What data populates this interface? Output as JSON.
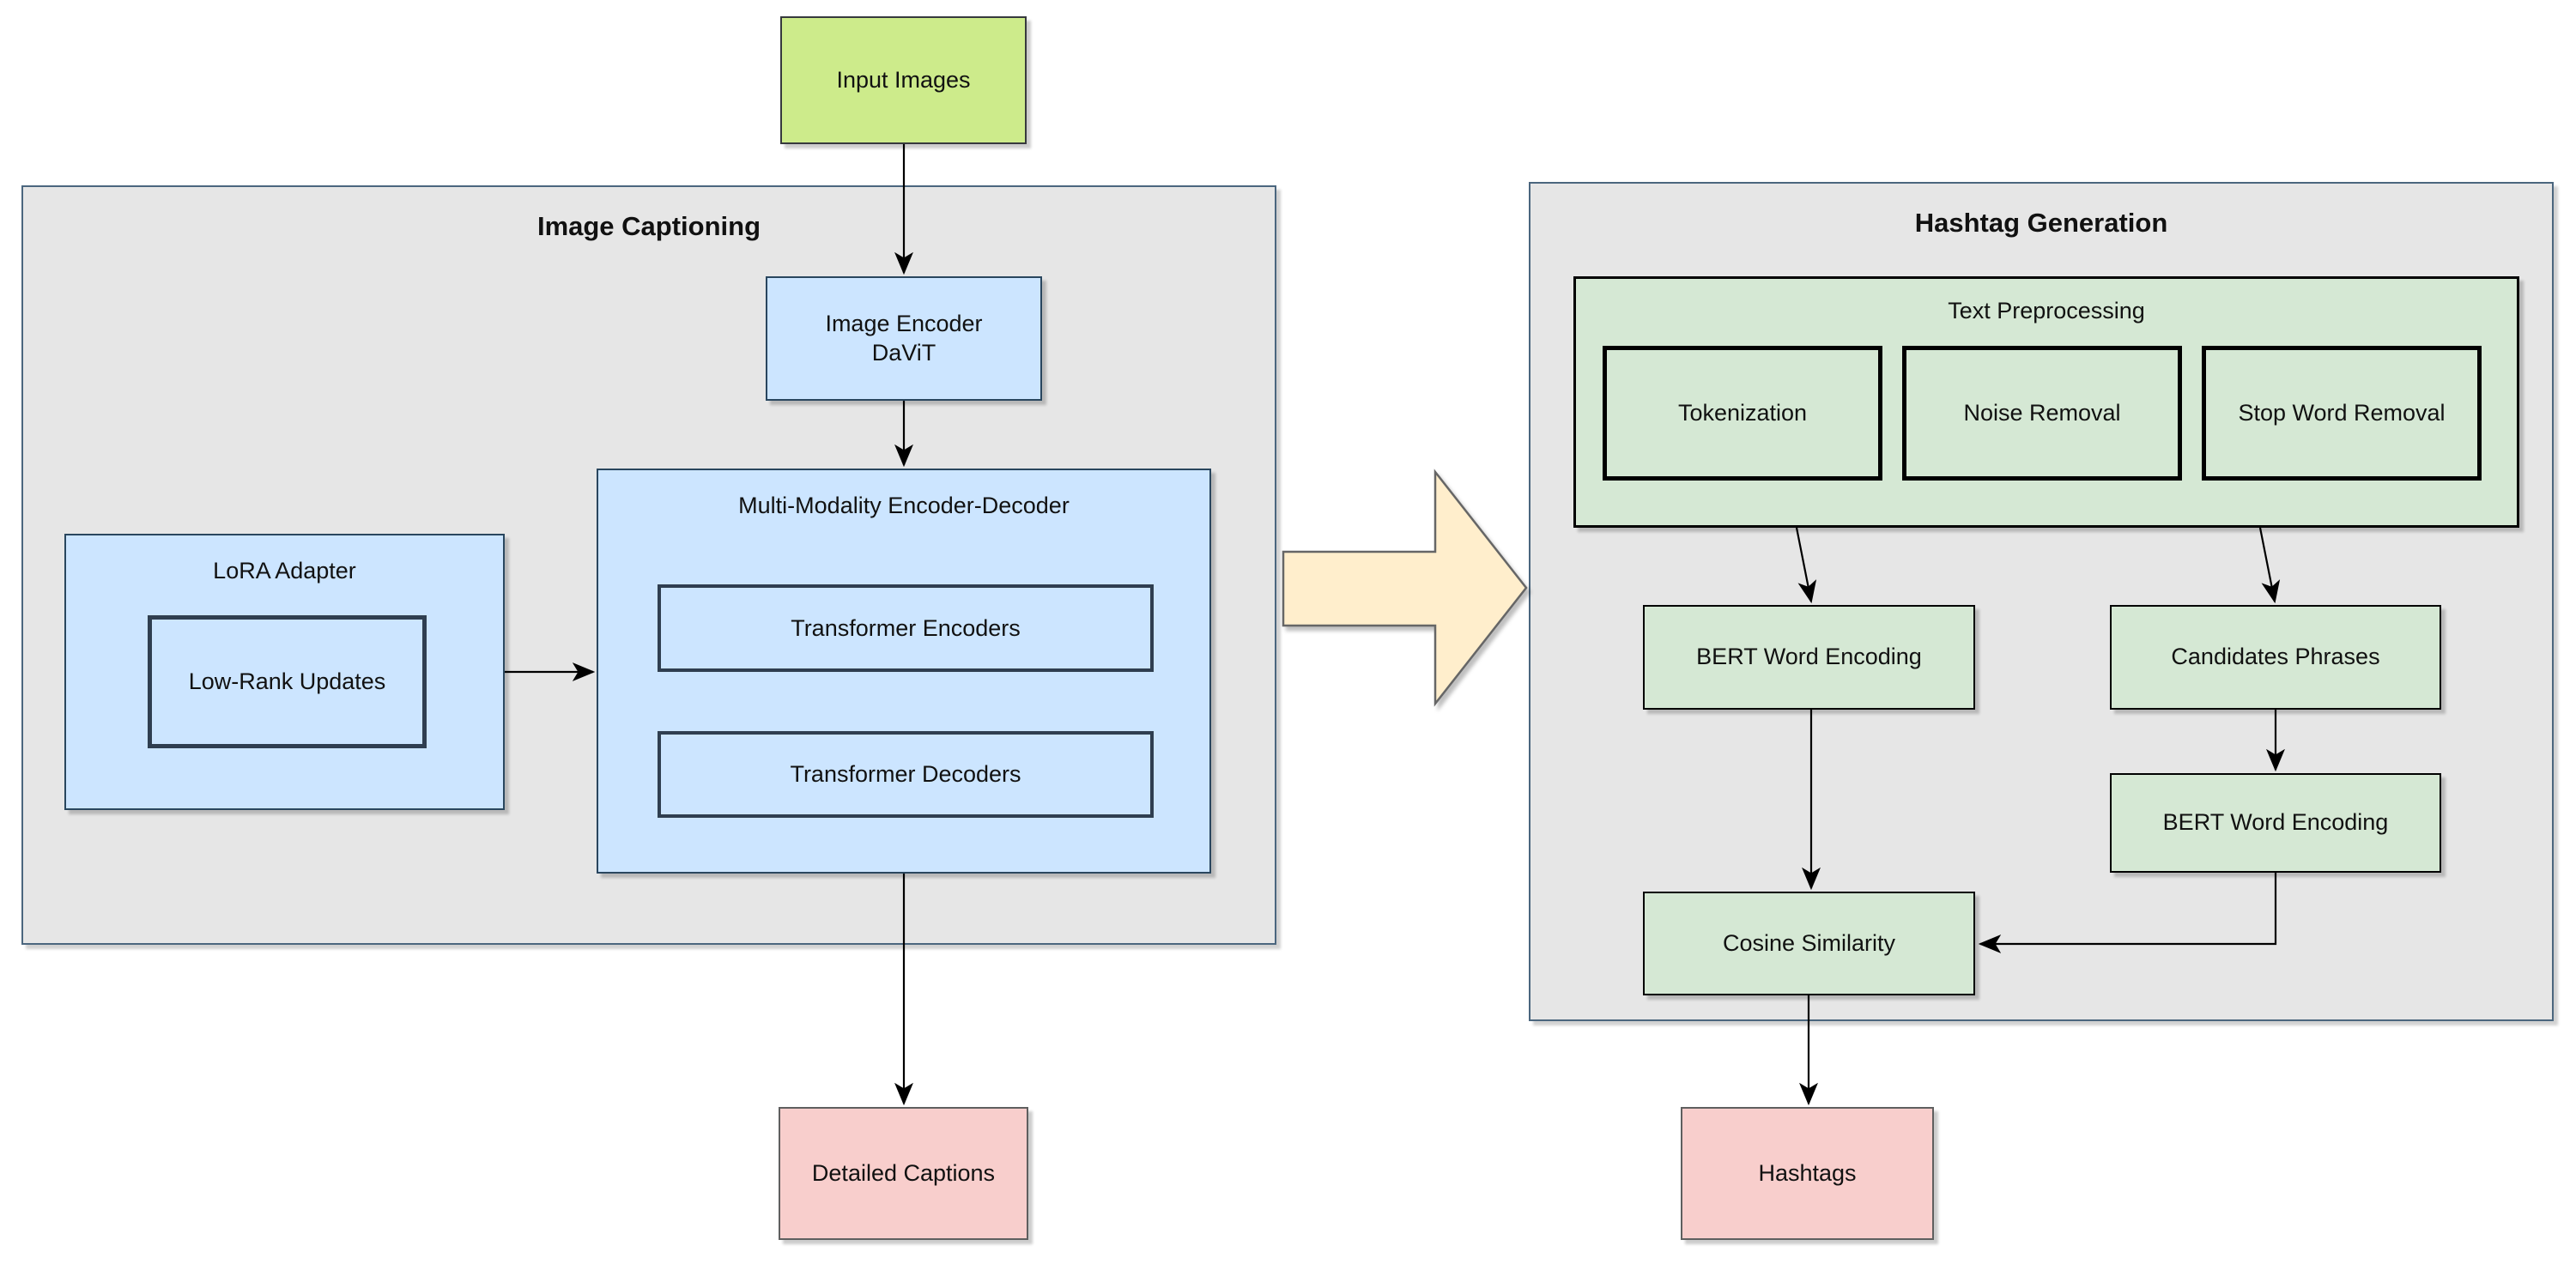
{
  "colors": {
    "canvas_bg": "#ffffff",
    "container_fill": "#e6e6e6",
    "container_border": "#4b667e",
    "blue_fill": "#cce5ff",
    "blue_border": "#29465e",
    "green_fill": "#cdeb8b",
    "green_border": "#36393d",
    "lightgreen_fill": "#d5e8d4",
    "lightgreen_border": "#000000",
    "pink_fill": "#f8cecc",
    "pink_border": "#5f5f5f",
    "yellow_fill": "#ffeecc",
    "yellow_border": "#666666",
    "edge_color": "#000000",
    "text_color": "#111111",
    "inner_border_dark": "#2f3e50"
  },
  "sections": {
    "image_captioning": {
      "title": "Image Captioning"
    },
    "hashtag_generation": {
      "title": "Hashtag Generation"
    }
  },
  "nodes": {
    "input_images": {
      "label": "Input Images"
    },
    "image_encoder": {
      "label": "Image Encoder\nDaViT"
    },
    "multi_modality": {
      "title": "Multi-Modality Encoder-Decoder"
    },
    "transformer_encoders": {
      "label": "Transformer Encoders"
    },
    "transformer_decoders": {
      "label": "Transformer Decoders"
    },
    "lora_adapter": {
      "title": "LoRA Adapter"
    },
    "low_rank_updates": {
      "label": "Low-Rank Updates"
    },
    "detailed_captions": {
      "label": "Detailed Captions"
    },
    "text_preprocessing": {
      "title": "Text Preprocessing"
    },
    "tokenization": {
      "label": "Tokenization"
    },
    "noise_removal": {
      "label": "Noise Removal"
    },
    "stop_word_removal": {
      "label": "Stop Word Removal"
    },
    "bert_word_encoding_left": {
      "label": "BERT Word Encoding"
    },
    "candidates_phrases": {
      "label": "Candidates Phrases"
    },
    "bert_word_encoding_right": {
      "label": "BERT Word Encoding"
    },
    "cosine_similarity": {
      "label": "Cosine Similarity"
    },
    "hashtags": {
      "label": "Hashtags"
    }
  },
  "edges": [
    {
      "from": "input_images",
      "to": "image_encoder"
    },
    {
      "from": "image_encoder",
      "to": "multi_modality"
    },
    {
      "from": "lora_adapter",
      "to": "multi_modality"
    },
    {
      "from": "multi_modality",
      "to": "detailed_captions"
    },
    {
      "from": "image_captioning",
      "to": "hashtag_generation",
      "style": "block-arrow"
    },
    {
      "from": "text_preprocessing",
      "to": "bert_word_encoding_left"
    },
    {
      "from": "text_preprocessing",
      "to": "candidates_phrases"
    },
    {
      "from": "candidates_phrases",
      "to": "bert_word_encoding_right"
    },
    {
      "from": "bert_word_encoding_right",
      "to": "cosine_similarity"
    },
    {
      "from": "bert_word_encoding_left",
      "to": "cosine_similarity"
    },
    {
      "from": "cosine_similarity",
      "to": "hashtags"
    }
  ]
}
